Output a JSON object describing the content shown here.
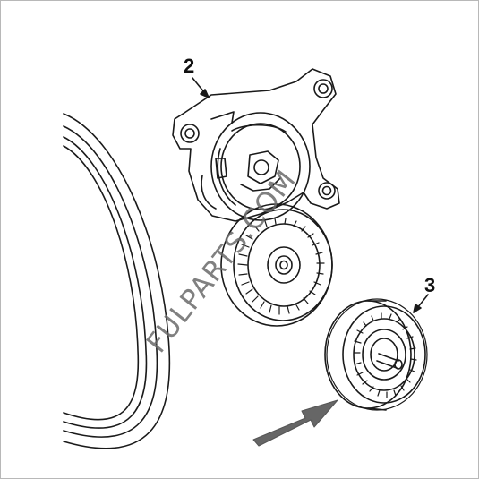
{
  "callouts": {
    "tensioner_number": "2",
    "idler_number": "3"
  },
  "watermark": {
    "text": "FULPARTS.COM"
  },
  "colors": {
    "line": "#1a1a1a",
    "pointer_arrow": "#666666",
    "watermark": "#6a6a6a",
    "border": "#b8b8b8"
  }
}
